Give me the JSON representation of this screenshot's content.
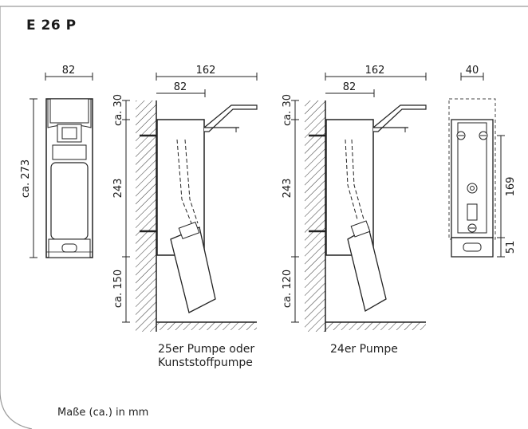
{
  "title": "E 26 P",
  "dimensions": {
    "front_width": "82",
    "front_height": "ca. 273",
    "side1_total_width": "162",
    "side1_body_width": "82",
    "side1_top": "ca. 30",
    "side1_middle": "243",
    "side1_bottom": "ca. 150",
    "side2_total_width": "162",
    "side2_body_width": "82",
    "side2_top": "ca. 30",
    "side2_middle": "243",
    "side2_bottom": "ca. 120",
    "back_width": "40",
    "back_height": "169",
    "back_bottom": "51"
  },
  "captions": {
    "side1_line1": "25er Pumpe oder",
    "side1_line2": "Kunststoffpumpe",
    "side2_line1": "24er Pumpe"
  },
  "footer": "Maße (ca.) in mm"
}
